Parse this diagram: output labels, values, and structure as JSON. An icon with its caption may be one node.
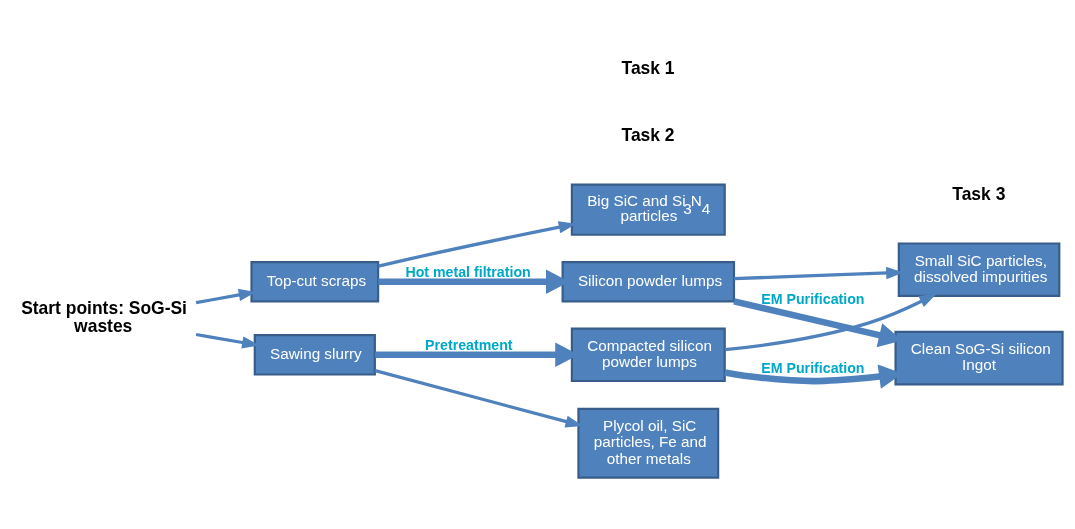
{
  "diagram": {
    "nodes": [
      {
        "text": [
          "Start points: SoG-Si wastes"
        ]
      },
      {
        "text": [
          "Top-cut scraps"
        ]
      },
      {
        "text": [
          "Big SiC and Si$_{3}$N$_{4}$ particles"
        ]
      },
      {
        "text": [
          "Silicon powder lumps"
        ]
      },
      {
        "text": [
          "Sawing slurry"
        ]
      },
      {
        "text": [
          "Compacted silicon powder lumps"
        ]
      },
      {
        "text": [
          "Plycol oil, SiC particles, Fe and other metals"
        ]
      },
      {
        "text": [
          "Small SiC particles, dissolved impurities"
        ]
      },
      {
        "text": [
          "Clean SoG-Si silicon Ingot"
        ]
      }
    ],
    "edges": [
      {
        "from": 0,
        "to": 1,
        "arrow": "to"
      },
      {
        "from": 0,
        "to": 4,
        "arrow": "to"
      },
      {
        "from": 1,
        "to": 3,
        "arrow": "to",
        "label": "Hot metal filtration",
        "style": "thick"
      },
      {
        "from": 1,
        "to": 2,
        "arrow": "to"
      },
      {
        "from": 4,
        "to": 5,
        "arrow": "to",
        "label": "Pretreatment",
        "style": "thick"
      },
      {
        "from": 4,
        "to": 6,
        "arrow": "to"
      },
      {
        "from": 3,
        "to": 8,
        "arrow": "to",
        "label": "EM Purification",
        "style": "thick"
      },
      {
        "from": 5,
        "to": 8,
        "arrow": "to",
        "label": "EM Purification",
        "style": "thick"
      },
      {
        "from": 3,
        "to": 7,
        "arrow": "to"
      },
      {
        "from": 5,
        "to": 7,
        "arrow": "to"
      }
    ],
    "labels": [
      "Task 2",
      "Task 1",
      "Task 3"
    ]
  }
}
